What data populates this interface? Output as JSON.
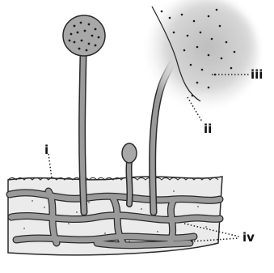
{
  "labels": {
    "i": "i",
    "ii": "ii",
    "iii": "iii",
    "iv": "iv"
  },
  "colors": {
    "hypha": "#9a9a9a",
    "outline": "#2a2a2a",
    "substrate": "#ececec",
    "spores": "#1a1a1a"
  }
}
